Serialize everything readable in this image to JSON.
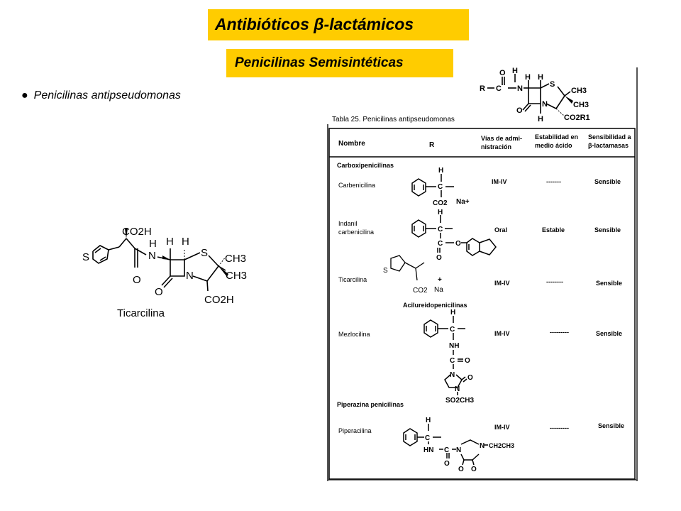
{
  "header": {
    "title": "Antibióticos β-lactámicos",
    "subtitle": "Penicilinas Semisintéticas"
  },
  "bullet": {
    "symbol": "●",
    "text": "Penicilinas antipseudomonas"
  },
  "ticarcillin_structure": {
    "caption": "Ticarcilina",
    "labels": {
      "co2h_top": "CO2H",
      "s_ring": "S",
      "h_amide": "H",
      "n_amide": "N",
      "o_carbonyl": "O",
      "h1": "H",
      "h2": "H",
      "s_thiazolidine": "S",
      "ch3_a": "CH3",
      "ch3_b": "CH3",
      "n_lactam": "N",
      "o_lactam": "O",
      "co2h_bottom": "CO2H"
    }
  },
  "core_structure": {
    "r": "R",
    "c": "C",
    "o": "O",
    "h_n": "H",
    "n": "N",
    "h1": "H",
    "h2": "H",
    "s": "S",
    "ch3_a": "CH3",
    "ch3_b": "CH3",
    "n_ring": "N",
    "o_ring": "O",
    "h_bottom": "H",
    "co2r1": "CO2R1"
  },
  "table": {
    "caption": "Tabla 25. Penicilinas antipseudomonas",
    "headers": {
      "nombre": "Nombre",
      "r": "R",
      "vias_1": "Vías de admi-",
      "vias_2": "nistración",
      "estab_1": "Estabilidad en",
      "estab_2": "medio ácido",
      "sens_1": "Sensibilidad a",
      "sens_2": "β-lactamasas"
    },
    "groups": {
      "carboxi": "Carboxipenicilinas",
      "acilureido": "Acilureidopenicilinas",
      "piperazina": "Piperazina penicilinas"
    },
    "rows": {
      "carbenicilina": {
        "name": "Carbenicilina",
        "via": "IM-IV",
        "estab": "-------",
        "sens": "Sensible"
      },
      "indanil": {
        "name_1": "Indanil",
        "name_2": "carbenicilina",
        "via": "Oral",
        "estab": "Estable",
        "sens": "Sensible"
      },
      "ticarcilina": {
        "name": "Ticarcilina",
        "via": "IM-IV",
        "estab": "--------",
        "sens": "Sensible"
      },
      "mezlocilina": {
        "name": "Mezlocilina",
        "via": "IM-IV",
        "estab": "---------",
        "sens": "Sensible"
      },
      "piperacilina": {
        "name": "Piperacilina",
        "via": "IM-IV",
        "estab": "---------",
        "sens": "Sensible"
      }
    },
    "chem": {
      "carb_h": "H",
      "carb_c": "C",
      "carb_co2": "CO2",
      "carb_na": "Na+",
      "ind_h": "H",
      "ind_c": "C",
      "ind_o": "O",
      "ind_c2": "C",
      "ind_o2": "O",
      "tic_s": "S",
      "tic_plus": "+",
      "tic_co2": "CO2",
      "tic_na": "Na",
      "mez_h": "H",
      "mez_c": "C",
      "mez_nh": "NH",
      "mez_c2": "C",
      "mez_o": "O",
      "mez_n1": "N",
      "mez_o2": "O",
      "mez_n2": "N",
      "mez_so2": "SO2CH3",
      "pip_h": "H",
      "pip_c": "C",
      "pip_hn": "HN",
      "pip_c2": "C",
      "pip_n1": "N",
      "pip_n2": "N",
      "pip_et": "CH2CH3",
      "pip_o1": "O",
      "pip_o2": "O",
      "pip_o3": "O"
    }
  }
}
